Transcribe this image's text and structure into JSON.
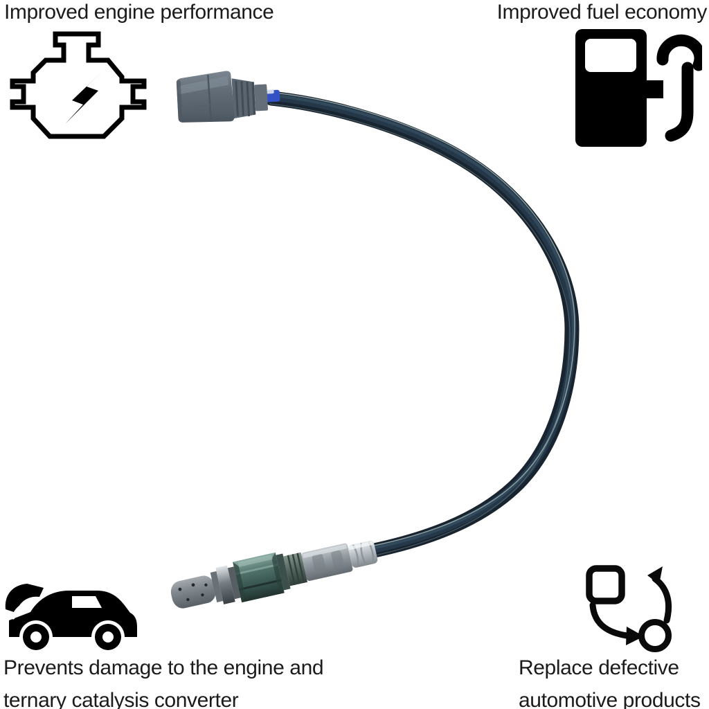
{
  "background": "#ffffff",
  "text_color": "#1b1b1b",
  "icon_color": "#000000",
  "benefits": {
    "top_left": {
      "label": "Improved engine performance",
      "icon": "check-engine-icon"
    },
    "top_right": {
      "label": "Improved fuel economy",
      "icon": "fuel-pump-icon"
    },
    "bottom_left": {
      "line1": "Prevents damage to the engine and",
      "line2": "ternary catalysis converter",
      "icon": "car-open-hood-icon"
    },
    "bottom_right": {
      "line1": "Replace defective",
      "line2": "automotive products",
      "icon": "replace-parts-icon"
    }
  },
  "product": {
    "description": "oxygen sensor with gray plug connector, long curved dark cable and metallic probe",
    "colors": {
      "connector_gray": "#5f6a74",
      "cable_dark": "#18242f",
      "cable_highlight": "#2e4a5c",
      "wire_blue": "#3352c4",
      "probe_tip_gray": "#7e858b",
      "hex_nut_green": "#46665f",
      "crimp_silver": "#b9bfc4"
    }
  }
}
